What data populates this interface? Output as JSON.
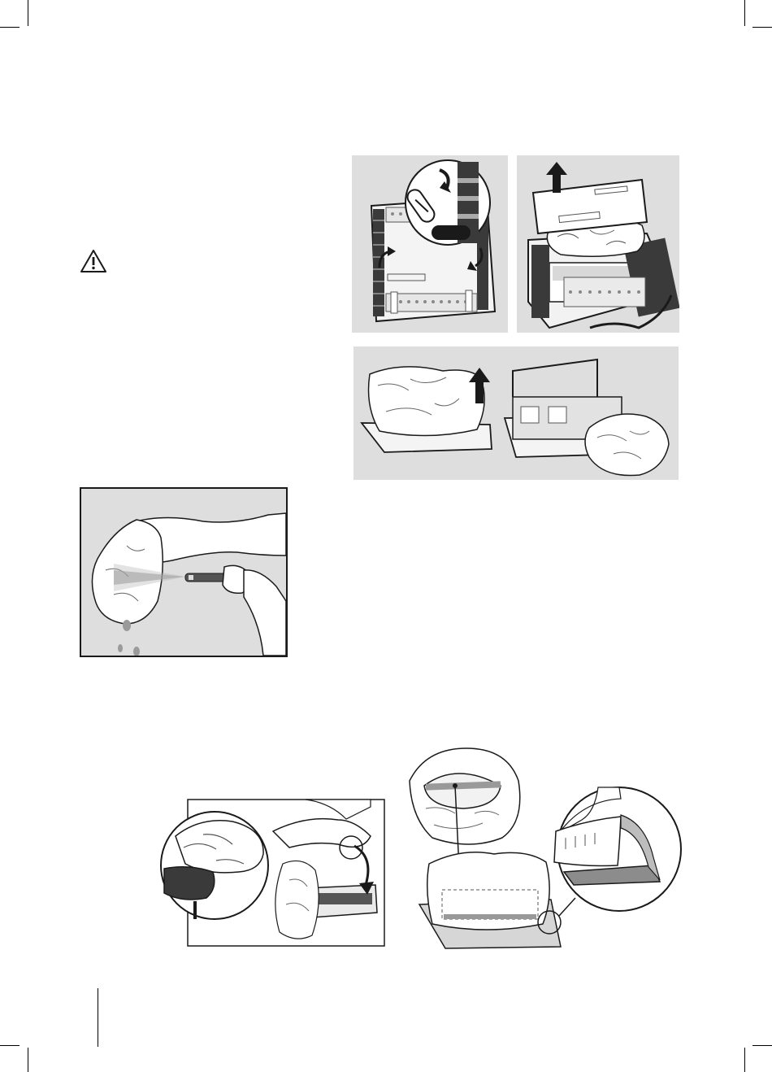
{
  "page": {
    "warning_icon": "warning-triangle-icon",
    "crop_marks": [
      "top-left",
      "top-right",
      "bottom-left",
      "bottom-right"
    ]
  },
  "illustrations": [
    {
      "id": "fig1",
      "subject": "robot-underside-clips",
      "arrows": [
        "rotate-arrow-left",
        "rotate-arrow-right",
        "rotate-arrow-magnified"
      ]
    },
    {
      "id": "fig2",
      "subject": "lift-filter-cover",
      "arrows": [
        "up-arrow"
      ]
    },
    {
      "id": "fig3",
      "subject": "remove-filter-bag",
      "arrows": [
        "up-arrow"
      ]
    },
    {
      "id": "fig4",
      "subject": "rinse-filter-bag-with-hose"
    },
    {
      "id": "fig5",
      "subject": "fit-filter-bag-on-frame",
      "arrows": [
        "curved-arrow"
      ]
    },
    {
      "id": "fig6",
      "subject": "align-filter-bag-detail"
    }
  ],
  "colors": {
    "panel_bg": "#dedede",
    "ink": "#1a1a1a",
    "dark": "#3a3a3a",
    "mid": "#8c8c8c"
  }
}
